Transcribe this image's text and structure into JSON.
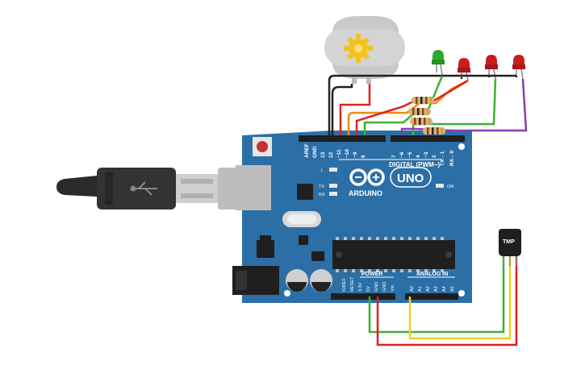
{
  "board": {
    "brand": "ARDUINO",
    "model": "UNO",
    "digital_header": "DIGITAL (PWM~)",
    "power_header": "POWER",
    "analog_header": "ANALOG IN",
    "on_label": "ON",
    "tx_label": "TX",
    "rx_label": "RX",
    "l_label": "L",
    "digital_pins": [
      "AREF",
      "GND",
      "13",
      "12",
      "~11",
      "~10",
      "~9",
      "8",
      "7",
      "~6",
      "~5",
      "4",
      "~3",
      "2",
      "TX→1",
      "RX←0"
    ],
    "power_pins": [
      "IOREF",
      "RESET",
      "3.3V",
      "5V",
      "GND",
      "GND",
      "Vin"
    ],
    "analog_pins": [
      "A0",
      "A1",
      "A2",
      "A3",
      "A4",
      "A5"
    ]
  },
  "sensor": {
    "label": "TMP"
  },
  "colors": {
    "board": "#2b6fa6",
    "wire_red": "#e02020",
    "wire_black": "#222222",
    "wire_orange": "#f08a10",
    "wire_green": "#3cb030",
    "wire_purple": "#8a3cb0",
    "wire_yellow": "#f0d020",
    "led_green": "#2ea82e",
    "led_red": "#c81e1e"
  }
}
